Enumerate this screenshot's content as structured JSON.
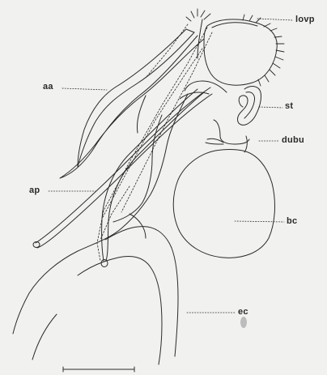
{
  "labels": {
    "lovp": "lovp",
    "aa": "aa",
    "st": "st",
    "dubu": "dubu",
    "ap": "ap",
    "bc": "bc",
    "ec": "ec"
  },
  "colors": {
    "background": "#f1f1ef",
    "ink": "#2a2a2a"
  }
}
